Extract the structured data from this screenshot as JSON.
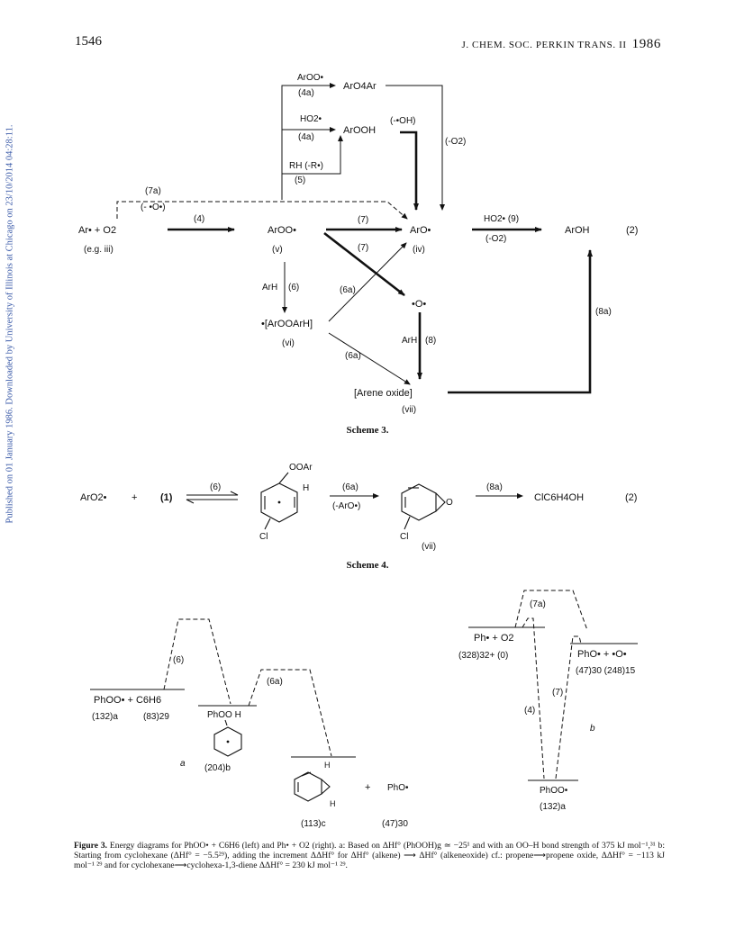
{
  "sidebar_note": "Published on 01 January 1986. Downloaded by University of Illinois at Chicago on 23/10/2014 04:28:11.",
  "header": {
    "page_number": "1546",
    "journal": "J. CHEM. SOC. PERKIN TRANS. II",
    "year": "1986"
  },
  "scheme3": {
    "caption": "Scheme 3.",
    "labels": {
      "aroo_reagent": "ArOO•",
      "r4a_top": "(4a)",
      "aro4ar": "ArO4Ar",
      "ho2_reagent": "HO2•",
      "r4a_mid": "(4a)",
      "arooh": "ArOOH",
      "minus_oh": "(-•OH)",
      "minus_o2_right": "(-O2)",
      "rh_label": "RH (-R•)",
      "r5": "(5)",
      "r7a": "(7a)",
      "minus_o": "(- •O•)",
      "ar_plus_o2": "Ar• + O2",
      "eg_iii": "(e.g. iii)",
      "r4": "(4)",
      "aroo_v": "ArOO•",
      "v": "(v)",
      "r7_upper": "(7)",
      "r7_lower": "(7)",
      "aro_iv": "ArO•",
      "iv": "(iv)",
      "ho2_9": "HO2• (9)",
      "minus_o2": "(-O2)",
      "aroh": "ArOH",
      "num2": "(2)",
      "arh6": "ArH",
      "r6": "(6)",
      "r6a_upper": "(6a)",
      "o_atom": "•O•",
      "r8a": "(8a)",
      "aroo_arh": "•[ArOOArH]",
      "vi": "(vi)",
      "arh8": "ArH",
      "r8": "(8)",
      "r6a_lower": "(6a)",
      "arene_oxide": "[Arene oxide]",
      "vii": "(vii)"
    }
  },
  "scheme4": {
    "caption": "Scheme 4.",
    "labels": {
      "aro2": "ArO2•",
      "plus": "+",
      "one": "(1)",
      "r6": "(6)",
      "ooar": "OOAr",
      "h": "H",
      "cl1": "Cl",
      "r6a": "(6a)",
      "minus_aro": "(-ArO•)",
      "o": "O",
      "cl2": "Cl",
      "vii": "(vii)",
      "r8a": "(8a)",
      "product": "ClC6H4OH",
      "two": "(2)"
    }
  },
  "figure3": {
    "panel_a": {
      "phoo_c6h6": "PhOO• + C6H6",
      "e132": "(132)a",
      "e83": "(83)29",
      "r6": "(6)",
      "phoo_h": "PhOO   H",
      "r6a": "(6a)",
      "e204": "(204)b",
      "label_a": "a",
      "h_top": "H",
      "h_bottom": "H",
      "plus": "+",
      "pho": "PhO•",
      "e113": "(113)c",
      "e47": "(47)30"
    },
    "panel_b": {
      "r7a": "(7a)",
      "ph_o2": "Ph• + O2",
      "e328": "(328)32+ (0)",
      "pho_o": "PhO• + •O•",
      "e47_248": "(47)30   (248)15",
      "r7": "(7)",
      "r4": "(4)",
      "label_b": "b",
      "phoo": "PhOO•",
      "e132": "(132)a"
    },
    "caption_bold": "Figure 3.",
    "caption_text": "Energy diagrams for PhOO• + C6H6 (left) and Ph• + O2 (right). a: Based on ΔHf° (PhOOH)g ≃ −25¹ and with an OO–H bond strength of 375 kJ mol⁻¹,³¹ b: Starting from cyclohexane (ΔHf° = −5.5²⁹), adding the increment ΔΔHf° for ΔHf° (alkene) ⟶ ΔHf° (alkeneoxide) cf.: propene⟶propene oxide, ΔΔHf° = −113 kJ mol⁻¹ ²⁹ and for cyclohexane⟶cyclohexa-1,3-diene ΔΔHf° = 230 kJ mol⁻¹ ²⁹."
  }
}
